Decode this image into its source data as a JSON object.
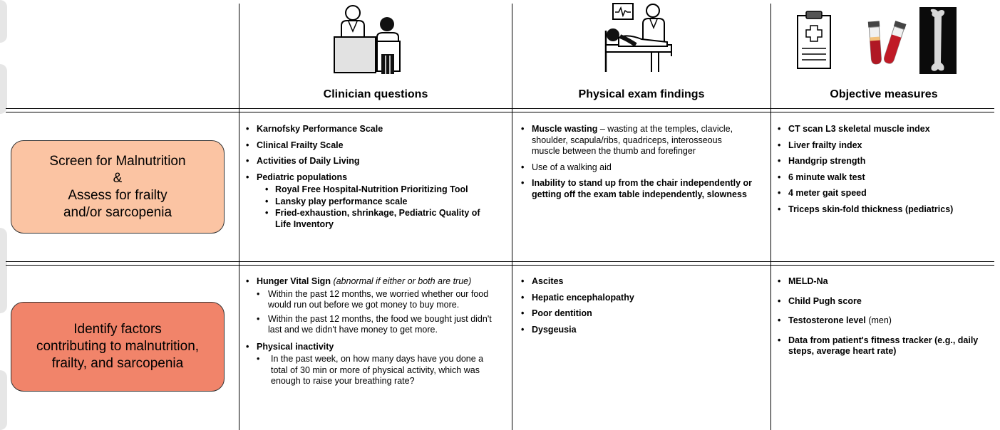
{
  "columns": {
    "clinician": "Clinician questions",
    "physical": "Physical exam findings",
    "objective": "Objective measures"
  },
  "rows": {
    "screen": {
      "label_lines": [
        "Screen for Malnutrition",
        "&",
        "Assess for frailty",
        "and/or sarcopenia"
      ],
      "clinician": {
        "items": [
          "Karnofsky Performance Scale",
          "Clinical Frailty Scale",
          "Activities of Daily Living",
          "Pediatric populations"
        ],
        "pediatric_sub": [
          "Royal Free Hospital-Nutrition Prioritizing Tool",
          "Lansky play performance scale",
          "Fried-exhaustion, shrinkage, Pediatric Quality of Life Inventory"
        ]
      },
      "physical": {
        "muscle_bold": "Muscle wasting",
        "muscle_rest": " – wasting at the temples, clavicle, shoulder, scapula/ribs, quadriceps, interosseous muscle between the thumb and forefinger",
        "items": [
          "Use of a walking aid",
          "Inability to stand up from the chair independently or getting off the exam table independently, slowness"
        ]
      },
      "objective": {
        "items": [
          "CT scan L3 skeletal muscle index",
          "Liver frailty index",
          "Handgrip strength",
          "6 minute walk test",
          "4 meter gait speed",
          "Triceps skin-fold thickness (pediatrics)"
        ]
      }
    },
    "identify": {
      "label_lines": [
        "Identify factors",
        "contributing to malnutrition,",
        "frailty, and sarcopenia"
      ],
      "clinician": {
        "hunger_bold": "Hunger Vital Sign",
        "hunger_note": "(abnormal if either or both are true)",
        "hunger_sub": [
          "Within the past 12 months, we worried whether our food would run out before we got money to buy more.",
          "Within the past 12 months, the food we bought just didn't last and we didn't have money to get more."
        ],
        "inactivity": "Physical inactivity",
        "inactivity_sub": [
          "In the past week, on how many days have you done a total of 30 min or more of physical activity, which was enough to raise your breathing rate?"
        ]
      },
      "physical": {
        "items": [
          "Ascites",
          "Hepatic encephalopathy",
          "Poor dentition",
          "Dysgeusia"
        ]
      },
      "objective": {
        "meld": "MELD-Na",
        "child": "Child Pugh score",
        "testosterone_bold": "Testosterone level",
        "testosterone_note": " (men)",
        "tracker": "Data from patient's fitness tracker (e.g., daily steps, average heart rate)"
      }
    }
  },
  "colors": {
    "row1": "#fbc4a3",
    "row2": "#f1846a"
  },
  "icons": [
    "clinician-patient-icon",
    "patient-in-bed-icon",
    "clipboard-icon",
    "blood-tubes-icon",
    "bone-xray-icon"
  ]
}
